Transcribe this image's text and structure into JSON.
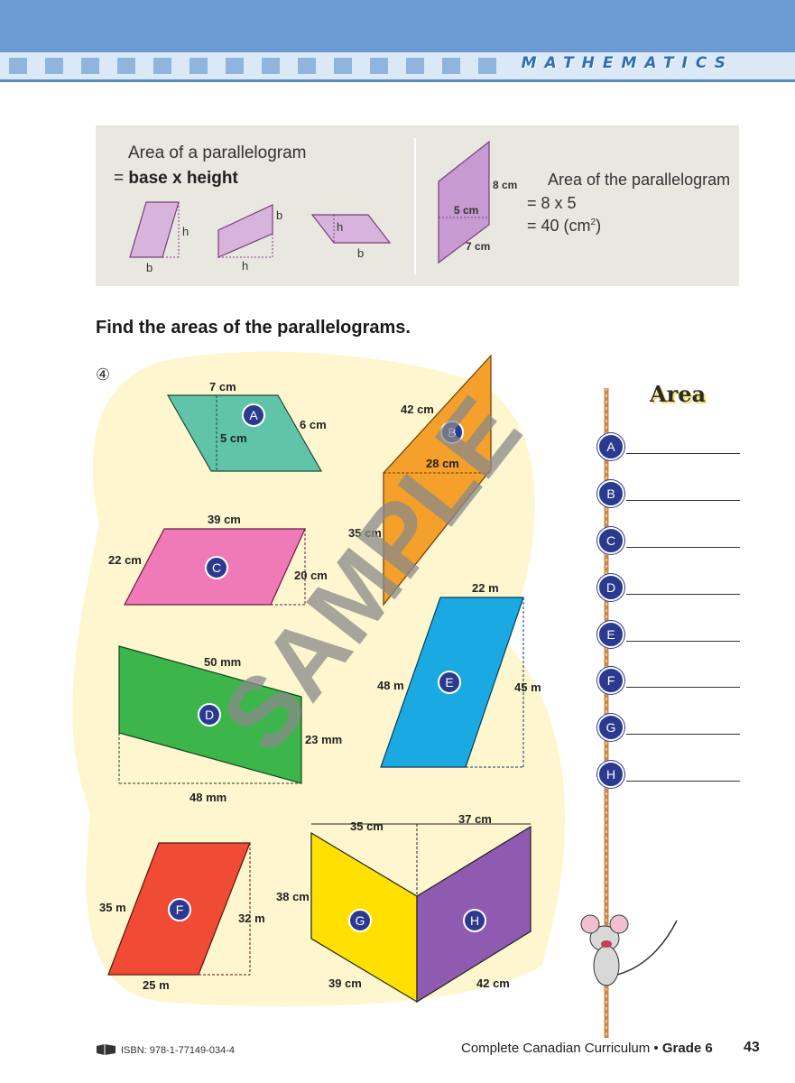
{
  "header": {
    "subject": "MATHEMATICS"
  },
  "info": {
    "formula_line1": "Area of a parallelogram",
    "formula_line2_prefix": "=",
    "formula_line2_bold": "base x height",
    "diagram_labels": {
      "b": "b",
      "h": "h"
    },
    "example": {
      "side1": "8 cm",
      "height": "5 cm",
      "base": "7 cm",
      "line1": "Area of the parallelogram",
      "line2": "= 8 x 5",
      "line3": "= 40 (cm",
      "line3_sup": "2",
      "line3_end": ")"
    }
  },
  "instruction": "Find the areas of the parallelograms.",
  "question_number": "④",
  "shapes": {
    "A": {
      "label": "A",
      "top": "7 cm",
      "side": "6 cm",
      "height": "5 cm",
      "color": "#5fc4a8"
    },
    "B": {
      "label": "B",
      "side1": "42 cm",
      "side2": "35 cm",
      "height": "28 cm",
      "color": "#f4a02a"
    },
    "C": {
      "label": "C",
      "top": "39 cm",
      "side": "22 cm",
      "height": "20 cm",
      "color": "#f07ab8"
    },
    "D": {
      "label": "D",
      "side": "50 mm",
      "right": "23 mm",
      "bottom": "48 mm",
      "color": "#3cb54a"
    },
    "E": {
      "label": "E",
      "top": "22 m",
      "left": "48 m",
      "right": "45 m",
      "color": "#1aa9e1"
    },
    "F": {
      "label": "F",
      "left": "35 m",
      "right": "32 m",
      "bottom": "25 m",
      "color": "#ef4b35"
    },
    "G": {
      "label": "G",
      "top": "35 cm",
      "left": "38 cm",
      "bottom": "39 cm",
      "color": "#ffe000"
    },
    "H": {
      "label": "H",
      "top": "37 cm",
      "bottom": "42 cm",
      "color": "#8e5bb0"
    }
  },
  "watermark": "SAMPLE",
  "answers": {
    "title": "Area",
    "labels": [
      "A",
      "B",
      "C",
      "D",
      "E",
      "F",
      "G",
      "H"
    ]
  },
  "footer": {
    "isbn": "ISBN: 978-1-77149-034-4",
    "book": "Complete Canadian Curriculum •",
    "grade": "Grade 6",
    "page": "43"
  }
}
